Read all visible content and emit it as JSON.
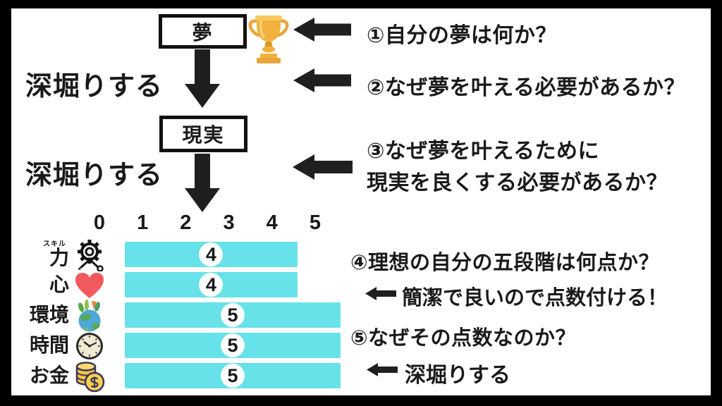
{
  "colors": {
    "background": "#FFFFFF",
    "frame": "#000000",
    "arrow": "#1F1F1F",
    "bar": "#66E2E8",
    "heart": "#F2595F",
    "trophy_gold": "#F2B03C"
  },
  "flow": {
    "dream_box": "夢",
    "reality_box": "現実",
    "dig_deeper_top": "深堀りする",
    "dig_deeper_bottom": "深堀りする"
  },
  "annotations": {
    "q1": "①自分の夢は何か？",
    "q2": "②なぜ夢を叶える必要があるか？",
    "q3_line1": "③なぜ夢を叶えるために",
    "q3_line2": "現実を良くする必要があるか？",
    "q4": "④理想の自分の五段階は何点か？",
    "q4_note": "簡潔で良いので点数付ける！",
    "q5": "⑤なぜその点数なのか？",
    "q5_note": "深堀りする"
  },
  "chart_data": {
    "type": "bar",
    "orientation": "horizontal",
    "title": "",
    "xlabel": "",
    "ylabel": "",
    "xlim": [
      0,
      5
    ],
    "axis_ticks": [
      "0",
      "1",
      "2",
      "3",
      "4",
      "5"
    ],
    "grid": false,
    "bar_color": "#66E2E8",
    "categories": [
      {
        "label": "力",
        "furigana": "スキル",
        "icon": "gear-tools-icon",
        "value": 4
      },
      {
        "label": "心",
        "furigana": "",
        "icon": "heart-icon",
        "value": 4
      },
      {
        "label": "環境",
        "furigana": "",
        "icon": "earth-icon",
        "value": 5
      },
      {
        "label": "時間",
        "furigana": "",
        "icon": "clock-icon",
        "value": 5
      },
      {
        "label": "お金",
        "furigana": "",
        "icon": "coins-icon",
        "value": 5
      }
    ]
  }
}
